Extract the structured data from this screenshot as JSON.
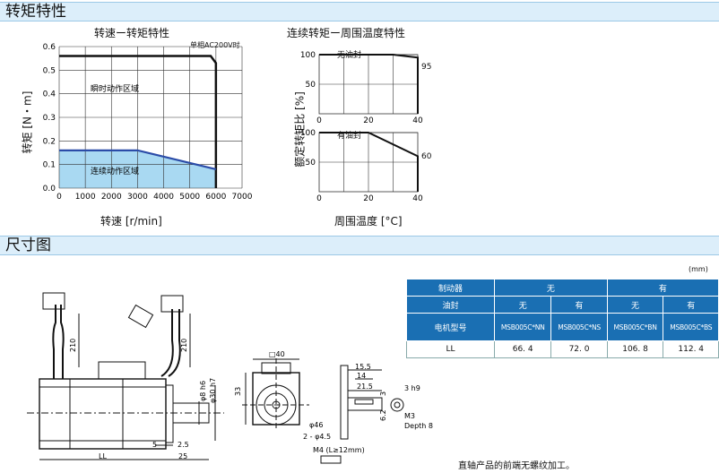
{
  "sections": {
    "torque_title": "转矩特性",
    "dims_title": "尺寸图"
  },
  "chart_data": [
    {
      "type": "line",
      "title": "转速ー转矩特性",
      "note": "单相AC200V时",
      "xlabel": "转速 [r/min]",
      "ylabel": "转矩 [N・m]",
      "xlim": [
        0,
        7000
      ],
      "ylim": [
        0,
        0.6
      ],
      "x_ticks": [
        "0",
        "1000",
        "2000",
        "3000",
        "4000",
        "5000",
        "6000",
        "7000"
      ],
      "y_ticks": [
        "0.0",
        "0.1",
        "0.2",
        "0.3",
        "0.4",
        "0.5",
        "0.6"
      ],
      "grid": true,
      "regions": [
        "瞬时动作区域",
        "连续动作区域"
      ],
      "series": [
        {
          "name": "瞬时动作区域",
          "x": [
            0,
            5800,
            6000,
            6000
          ],
          "y": [
            0.56,
            0.56,
            0.53,
            0.0
          ]
        },
        {
          "name": "连续动作区域",
          "x": [
            0,
            3000,
            6000
          ],
          "y": [
            0.16,
            0.16,
            0.08
          ]
        }
      ]
    },
    {
      "type": "line",
      "title": "连续转矩ー周围温度特性",
      "panel": "无油封",
      "xlabel": "周围温度 [°C]",
      "ylabel": "额定转矩比 [%]",
      "xlim": [
        0,
        40
      ],
      "ylim": [
        0,
        100
      ],
      "x_ticks": [
        "0",
        "20",
        "40"
      ],
      "y_ticks": [
        "50",
        "100"
      ],
      "end_label": "95",
      "series": [
        {
          "x": [
            0,
            30,
            40
          ],
          "y": [
            100,
            100,
            95
          ]
        }
      ]
    },
    {
      "type": "line",
      "panel": "有油封",
      "xlabel": "周围温度 [°C]",
      "ylabel": "额定转矩比 [%]",
      "xlim": [
        0,
        40
      ],
      "ylim": [
        0,
        100
      ],
      "x_ticks": [
        "0",
        "20",
        "40"
      ],
      "y_ticks": [
        "50",
        "100"
      ],
      "end_label": "60",
      "series": [
        {
          "x": [
            0,
            20,
            40
          ],
          "y": [
            100,
            100,
            60
          ]
        }
      ]
    }
  ],
  "spec_table": {
    "unit": "(mm)",
    "header": [
      "制动器",
      "无",
      "有"
    ],
    "oil_seal": [
      "油封",
      "无",
      "有",
      "无",
      "有"
    ],
    "models": [
      "电机型号",
      "MSB005C*NN",
      "MSB005C*NS",
      "MSB005C*BN",
      "MSB005C*BS"
    ],
    "ll": [
      "LL",
      "66. 4",
      "72. 0",
      "106. 8",
      "112. 4"
    ]
  },
  "drawing": {
    "dims": {
      "cable1": "210",
      "cable2": "210",
      "d8": "φ8 h6",
      "d30": "φ30 h7",
      "sq": "□40",
      "h33": "33",
      "d46": "φ46",
      "holes": "2 - φ4.5",
      "screw": "M4 (L≥12mm)",
      "d5": "5",
      "d25a": "2.5",
      "d25": "25",
      "ll": "LL",
      "k155": "15.5",
      "k14": "14",
      "k215": "21.5",
      "k3h9": "3 h9",
      "k3": "3",
      "k62": "6.2",
      "m3": "M3",
      "depth": "Depth 8"
    }
  },
  "note": "直轴产品的前端无螺纹加工。"
}
